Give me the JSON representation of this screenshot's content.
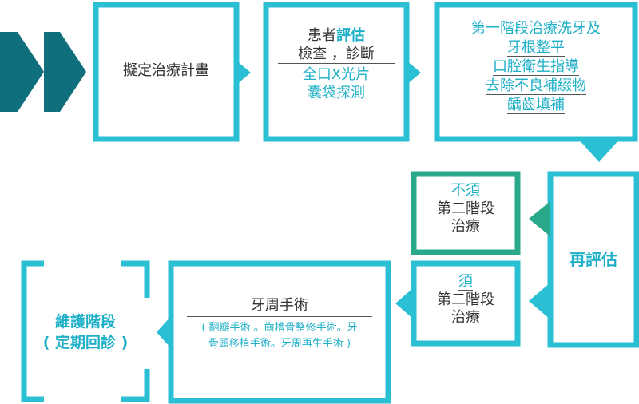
{
  "flow": {
    "step1": {
      "label": "擬定治療計畫"
    },
    "step2": {
      "line1_plain": "患者",
      "line1_highlight": "評估",
      "line2": "檢查 ，診斷",
      "line3": "全口X光片",
      "line4": "囊袋探測"
    },
    "step3": {
      "lines": [
        "第一階段治療洗牙及",
        "牙根整平",
        "口腔衛生指導",
        "去除不良補綴物",
        "齲齒填補"
      ]
    },
    "reeval": {
      "label": "再評估"
    },
    "no_need": {
      "line1": "不須",
      "line2": "第二階段",
      "line3": "治療"
    },
    "need": {
      "line1": "須",
      "line2": "第二階段",
      "line3": "治療"
    },
    "surgery": {
      "title": "牙周手術",
      "detail1": "( 翻瓣手術 。齒槽骨整修手術。牙",
      "detail2": "骨頭移植手術。牙周再生手術 )"
    },
    "maint": {
      "line1": "維護階段",
      "line2": "( 定期回診 )"
    }
  },
  "colors": {
    "teal": "#2bbfd4",
    "dark_teal": "#0f6f7c",
    "green": "#2aa88a",
    "text": "#333333"
  }
}
